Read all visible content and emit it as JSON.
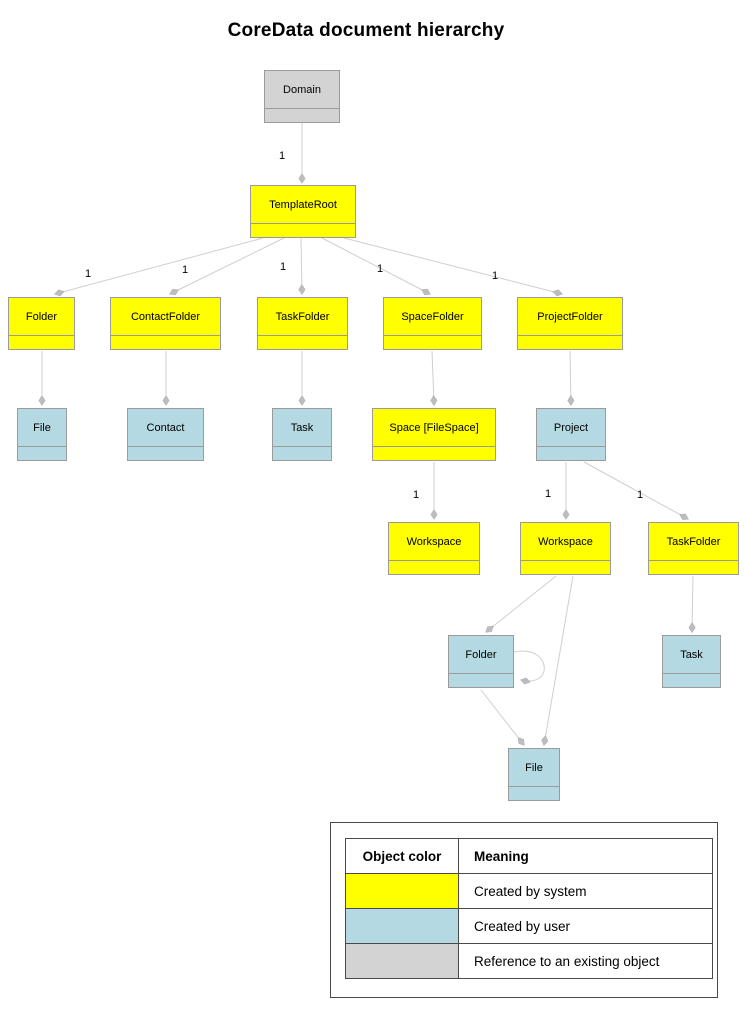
{
  "title": "CoreData document hierarchy",
  "colors": {
    "system": "#FFFF00",
    "user": "#B4D9E3",
    "reference": "#D3D3D3",
    "node_border": "#9B9B9B",
    "edge_line": "#CFCFCF",
    "edge_diamond": "#BDBDBD"
  },
  "nodes": [
    {
      "label": "Domain",
      "type": "reference",
      "fill": "#D3D3D3"
    },
    {
      "label": "TemplateRoot",
      "type": "system",
      "fill": "#FFFF00"
    },
    {
      "label": "Folder",
      "type": "system",
      "fill": "#FFFF00"
    },
    {
      "label": "ContactFolder",
      "type": "system",
      "fill": "#FFFF00"
    },
    {
      "label": "TaskFolder",
      "type": "system",
      "fill": "#FFFF00"
    },
    {
      "label": "SpaceFolder",
      "type": "system",
      "fill": "#FFFF00"
    },
    {
      "label": "ProjectFolder",
      "type": "system",
      "fill": "#FFFF00"
    },
    {
      "label": "File",
      "type": "user",
      "fill": "#B4D9E3"
    },
    {
      "label": "Contact",
      "type": "user",
      "fill": "#B4D9E3"
    },
    {
      "label": "Task",
      "type": "user",
      "fill": "#B4D9E3"
    },
    {
      "label": "Space [FileSpace]",
      "type": "system",
      "fill": "#FFFF00"
    },
    {
      "label": "Project",
      "type": "user",
      "fill": "#B4D9E3"
    },
    {
      "label": "Workspace",
      "type": "system",
      "fill": "#FFFF00"
    },
    {
      "label": "Workspace",
      "type": "system",
      "fill": "#FFFF00"
    },
    {
      "label": "TaskFolder",
      "type": "system",
      "fill": "#FFFF00"
    },
    {
      "label": "Folder",
      "type": "user",
      "fill": "#B4D9E3"
    },
    {
      "label": "Task",
      "type": "user",
      "fill": "#B4D9E3"
    },
    {
      "label": "File",
      "type": "user",
      "fill": "#B4D9E3"
    }
  ],
  "edges": [
    {
      "from": "Domain",
      "to": "TemplateRoot",
      "label": "1"
    },
    {
      "from": "TemplateRoot",
      "to": "Folder",
      "label": "1"
    },
    {
      "from": "TemplateRoot",
      "to": "ContactFolder",
      "label": "1"
    },
    {
      "from": "TemplateRoot",
      "to": "TaskFolder",
      "label": "1"
    },
    {
      "from": "TemplateRoot",
      "to": "SpaceFolder",
      "label": "1"
    },
    {
      "from": "TemplateRoot",
      "to": "ProjectFolder",
      "label": "1"
    },
    {
      "from": "Folder",
      "to": "File",
      "label": ""
    },
    {
      "from": "ContactFolder",
      "to": "Contact",
      "label": ""
    },
    {
      "from": "TaskFolder",
      "to": "Task",
      "label": ""
    },
    {
      "from": "SpaceFolder",
      "to": "Space [FileSpace]",
      "label": ""
    },
    {
      "from": "ProjectFolder",
      "to": "Project",
      "label": ""
    },
    {
      "from": "Space [FileSpace]",
      "to": "Workspace",
      "label": "1"
    },
    {
      "from": "Project",
      "to": "Workspace",
      "label": "1"
    },
    {
      "from": "Project",
      "to": "TaskFolder",
      "label": "1"
    },
    {
      "from": "Workspace",
      "to": "Folder",
      "label": ""
    },
    {
      "from": "Workspace",
      "to": "File",
      "label": ""
    },
    {
      "from": "Folder",
      "to": "File",
      "label": ""
    },
    {
      "from": "Folder",
      "to": "Folder",
      "label": ""
    },
    {
      "from": "TaskFolder",
      "to": "Task",
      "label": ""
    }
  ],
  "legend": {
    "header_color": "Object color",
    "header_meaning": "Meaning",
    "rows": [
      {
        "color": "#FFFF00",
        "meaning": "Created by system"
      },
      {
        "color": "#B4D9E3",
        "meaning": "Created by user"
      },
      {
        "color": "#D3D3D3",
        "meaning": "Reference to an existing object"
      }
    ]
  }
}
